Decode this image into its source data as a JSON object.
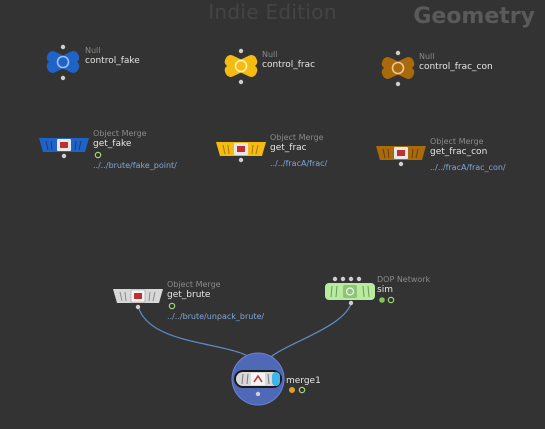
{
  "watermark": "Indie Edition",
  "context": "Geometry",
  "colors": {
    "blue": "#1f63c6",
    "yellow": "#f5bb12",
    "brown": "#a86a0d",
    "gray": "#d8d8d8",
    "green": "#b8eaa0",
    "merge": "#4f68b8",
    "wire": "#5d89c4",
    "param_text": "#7fa8d8"
  },
  "nodes": {
    "control_fake": {
      "type": "Null",
      "name": "control_fake"
    },
    "control_frac": {
      "type": "Null",
      "name": "control_frac"
    },
    "control_frac_con": {
      "type": "Null",
      "name": "control_frac_con"
    },
    "get_fake": {
      "type": "Object Merge",
      "name": "get_fake",
      "path": "../../brute/fake_point/"
    },
    "get_frac": {
      "type": "Object Merge",
      "name": "get_frac",
      "path": "../../fracA/frac/"
    },
    "get_frac_con": {
      "type": "Object Merge",
      "name": "get_frac_con",
      "path": "../../fracA/frac_con/"
    },
    "get_brute": {
      "type": "Object Merge",
      "name": "get_brute",
      "path": "../../brute/unpack_brute/"
    },
    "sim": {
      "type": "DOP Network",
      "name": "sim"
    },
    "merge1": {
      "type": "",
      "name": "merge1"
    }
  }
}
